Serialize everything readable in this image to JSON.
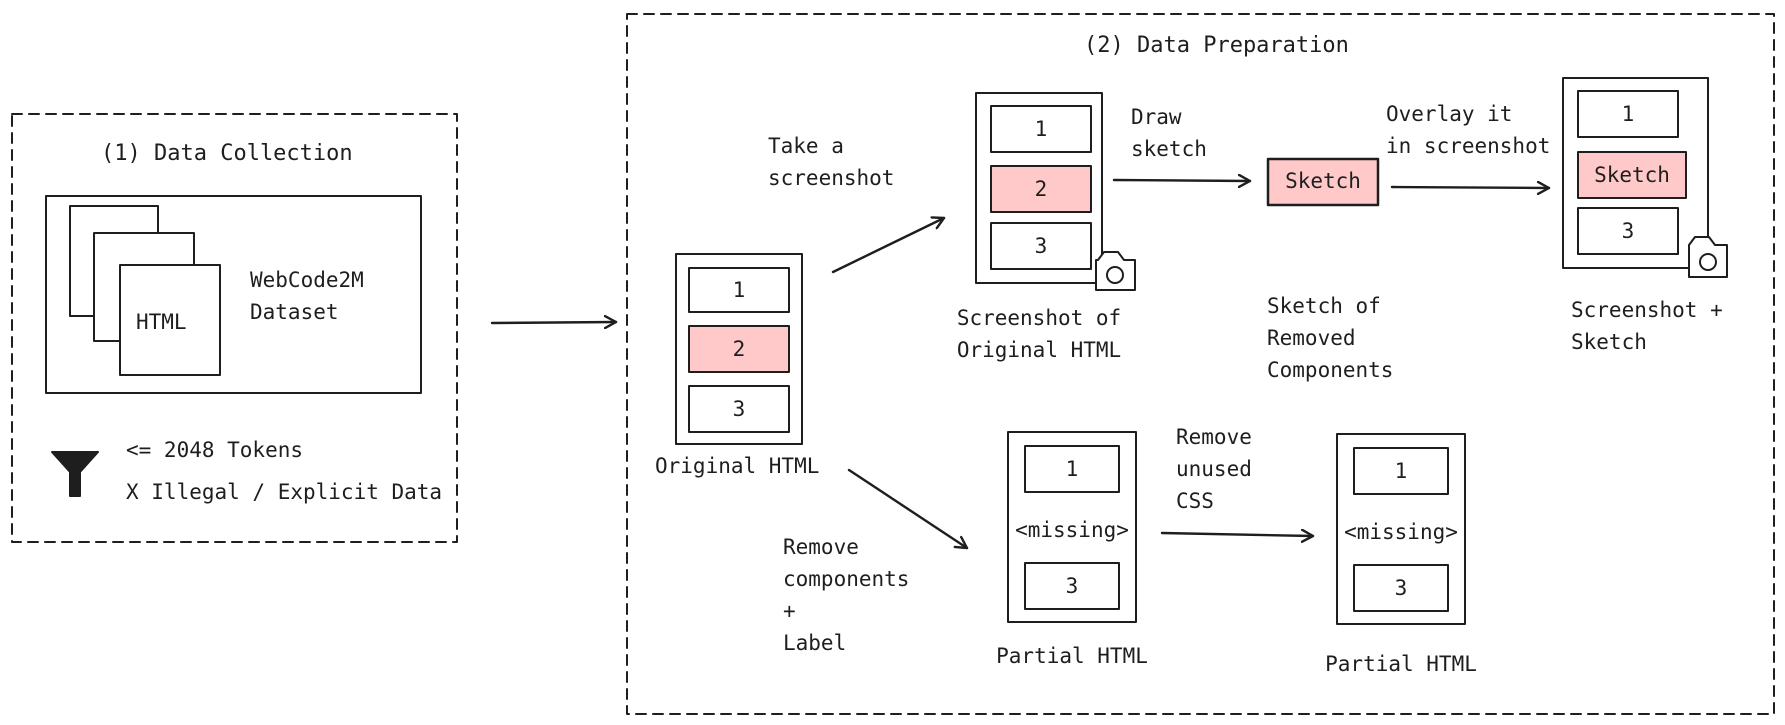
{
  "colors": {
    "stroke": "#1e1e1e",
    "highlight": "#ffc9c9",
    "background": "#ffffff"
  },
  "data_collection": {
    "title": "(1) Data Collection",
    "doc_label": "HTML",
    "dataset_label": "WebCode2M\nDataset",
    "filter_icon": "filter-icon",
    "filter_rules": [
      "<= 2048 Tokens",
      "X Illegal / Explicit Data"
    ]
  },
  "data_preparation": {
    "title": "(2) Data Preparation",
    "original_html": {
      "caption": "Original HTML",
      "items": [
        "1",
        "2",
        "3"
      ]
    },
    "screenshot": {
      "caption": "Screenshot of\nOriginal HTML",
      "items": [
        "1",
        "2",
        "3"
      ],
      "icon": "camera-icon"
    },
    "sketch": {
      "box_label": "Sketch",
      "caption": "Sketch of\nRemoved\nComponents"
    },
    "overlay": {
      "caption": "Screenshot +\nSketch",
      "items": [
        "1",
        "Sketch",
        "3"
      ],
      "icon": "camera-icon"
    },
    "partial_1": {
      "caption": "Partial HTML",
      "items": [
        "1",
        "<missing>",
        "3"
      ]
    },
    "partial_2": {
      "caption": "Partial HTML",
      "items": [
        "1",
        "<missing>",
        "3"
      ]
    },
    "steps": {
      "take_screenshot": "Take a\nscreenshot",
      "draw_sketch": "Draw\nsketch",
      "overlay": "Overlay it\nin screenshot",
      "remove_components": "Remove\ncomponents\n+\nLabel",
      "remove_css": "Remove\nunused\nCSS"
    }
  }
}
